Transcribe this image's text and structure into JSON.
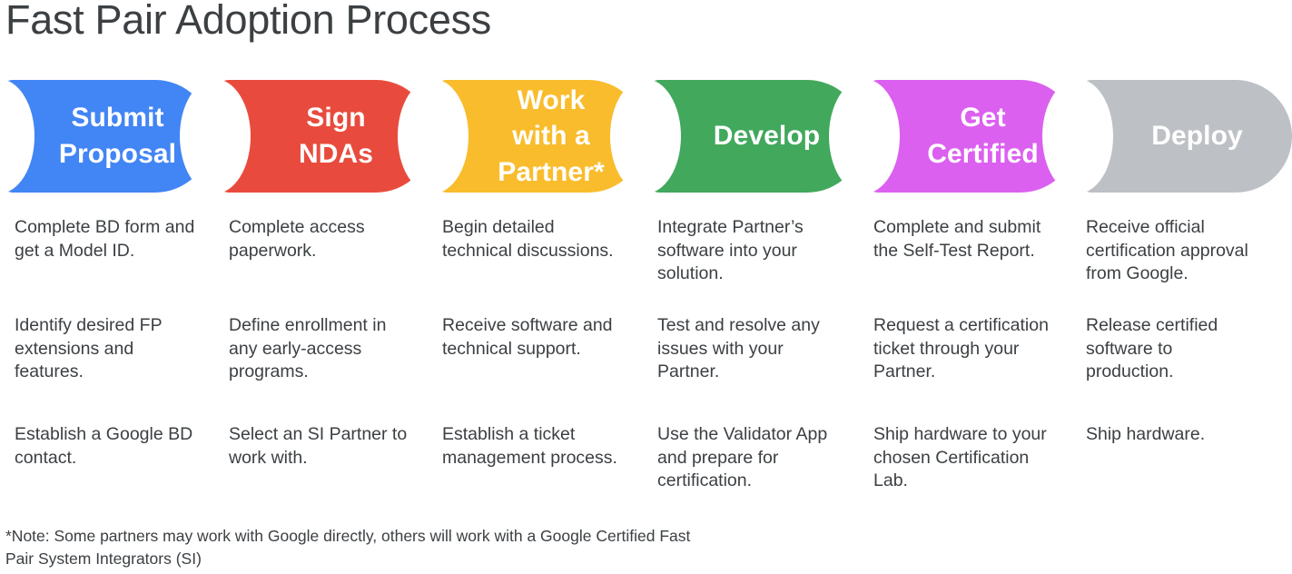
{
  "page_title": "Fast Pair Adoption Process",
  "colors": {
    "title_text": "#3c4043",
    "body_text": "#3c4043",
    "background": "#ffffff",
    "stage_blue": "#4285f4",
    "stage_red": "#e84b3d",
    "stage_yellow": "#f9bc2c",
    "stage_green": "#41a85c",
    "stage_magenta": "#dc60f0",
    "stage_gray": "#bdc1c6"
  },
  "stages": [
    {
      "label": "Submit\nProposal",
      "color": "#4285f4",
      "items": [
        "Complete BD form and get a Model ID.",
        "Identify desired FP extensions and features.",
        "Establish a Google BD contact."
      ]
    },
    {
      "label": "Sign\nNDAs",
      "color": "#e84b3d",
      "items": [
        "Complete access paperwork.",
        "Define enrollment in any early-access programs.",
        "Select an SI Partner to work with."
      ]
    },
    {
      "label": "Work\nwith a\nPartner*",
      "color": "#f9bc2c",
      "items": [
        "Begin detailed technical discussions.",
        "Receive software and technical support.",
        "Establish a ticket management process."
      ]
    },
    {
      "label": "Develop",
      "color": "#41a85c",
      "items": [
        "Integrate Partner’s software into your solution.",
        "Test and resolve any issues with your Partner.",
        "Use the Validator App and prepare for certification."
      ]
    },
    {
      "label": "Get\nCertified",
      "color": "#dc60f0",
      "items": [
        "Complete and submit the Self-Test Report.",
        "Request a certification ticket through your Partner.",
        "Ship hardware to your chosen Certification Lab."
      ]
    },
    {
      "label": "Deploy",
      "color": "#bdc1c6",
      "items": [
        "Receive official certification approval from Google.",
        "Release certified software to production.",
        "Ship hardware."
      ]
    }
  ],
  "footnote": "*Note: Some partners may work with Google directly, others will work with a Google Certified Fast Pair System Integrators (SI)"
}
